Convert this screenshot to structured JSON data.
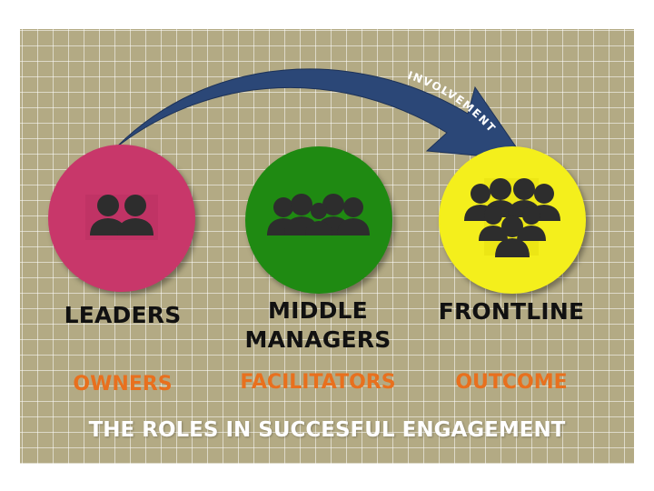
{
  "arrow": {
    "label": "INVOLVEMENT",
    "color": "#2b4777"
  },
  "groups": [
    {
      "name": "LEADERS",
      "role": "OWNERS",
      "circle_color": "#c8376a",
      "icon": "group-of-two-people-icon"
    },
    {
      "name_lines": [
        "MIDDLE",
        "MANAGERS"
      ],
      "role": "FACILITATORS",
      "circle_color": "#1f8a12",
      "icon": "group-of-three-people-icon"
    },
    {
      "name": "FRONTLINE",
      "role": "OUTCOME",
      "circle_color": "#f4ef1c",
      "icon": "crowd-of-people-icon"
    }
  ],
  "footer": {
    "title": "THE ROLES IN SUCCESFUL ENGAGEMENT"
  },
  "colors": {
    "background": "#b3aa84",
    "grid": "#ffffff",
    "role_text": "#e8701e",
    "icon": "#2d2d2d"
  }
}
